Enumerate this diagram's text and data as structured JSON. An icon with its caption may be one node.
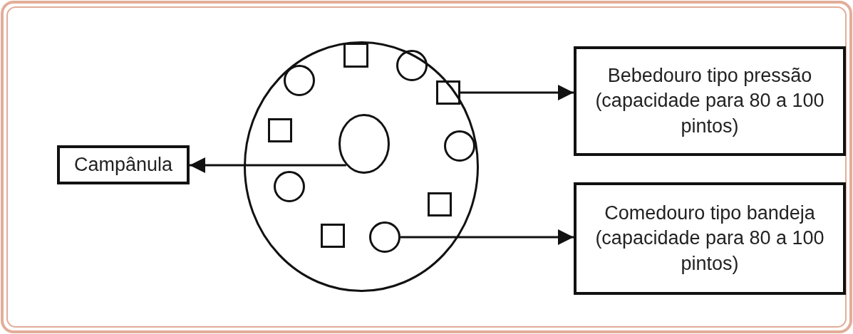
{
  "diagram": {
    "nodes": [
      {
        "text": [],
        "shape": "circle"
      },
      {
        "text": [],
        "shape": "box",
        "in": 0
      },
      {
        "text": [],
        "shape": "circle",
        "in": 0
      },
      {
        "text": [],
        "shape": "circle",
        "in": 0
      },
      {
        "text": [],
        "shape": "box",
        "in": 0
      },
      {
        "text": [],
        "shape": "box",
        "in": 0
      },
      {
        "text": [],
        "shape": "ellipse",
        "in": 0
      },
      {
        "text": [],
        "shape": "circle",
        "in": 0
      },
      {
        "text": [],
        "shape": "circle",
        "in": 0
      },
      {
        "text": [],
        "shape": "box",
        "in": 0
      },
      {
        "text": [],
        "shape": "box",
        "in": 0
      },
      {
        "text": [],
        "shape": "circle",
        "in": 0
      },
      {
        "text": [
          "Campânula"
        ]
      },
      {
        "text": [
          "Bebedouro tipo pressão (capacidade para 80 a 100 pintos)"
        ]
      },
      {
        "text": [
          "Comedouro tipo bandeja (capacidade para 80 a 100 pintos)"
        ]
      }
    ],
    "edges": [
      {
        "from": 6,
        "to": 12,
        "arrow": "to"
      },
      {
        "from": 4,
        "to": 13,
        "arrow": "to"
      },
      {
        "from": 11,
        "to": 14,
        "arrow": "to"
      }
    ]
  }
}
